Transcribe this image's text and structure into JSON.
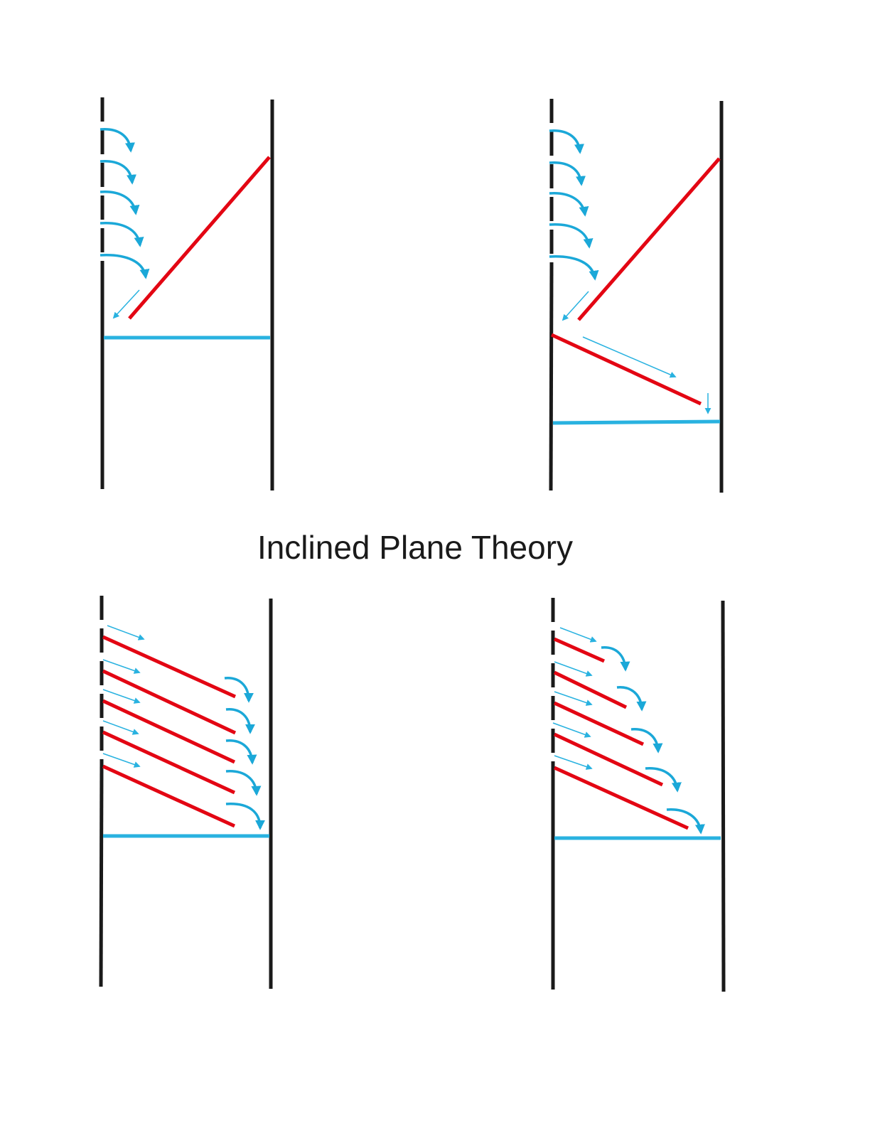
{
  "title": "Inclined Plane Theory",
  "colors": {
    "wall": "#1a1a1a",
    "plane": "#e30613",
    "flow": "#29b2e0"
  },
  "panels": [
    {
      "name": "top-left",
      "inclined_planes": 1,
      "curved_arrows": 5
    },
    {
      "name": "top-right",
      "inclined_planes": 2,
      "curved_arrows": 5
    },
    {
      "name": "bottom-left",
      "inclined_planes": 5,
      "curved_arrows": 5
    },
    {
      "name": "bottom-right",
      "inclined_planes": 5,
      "curved_arrows": 5
    }
  ]
}
